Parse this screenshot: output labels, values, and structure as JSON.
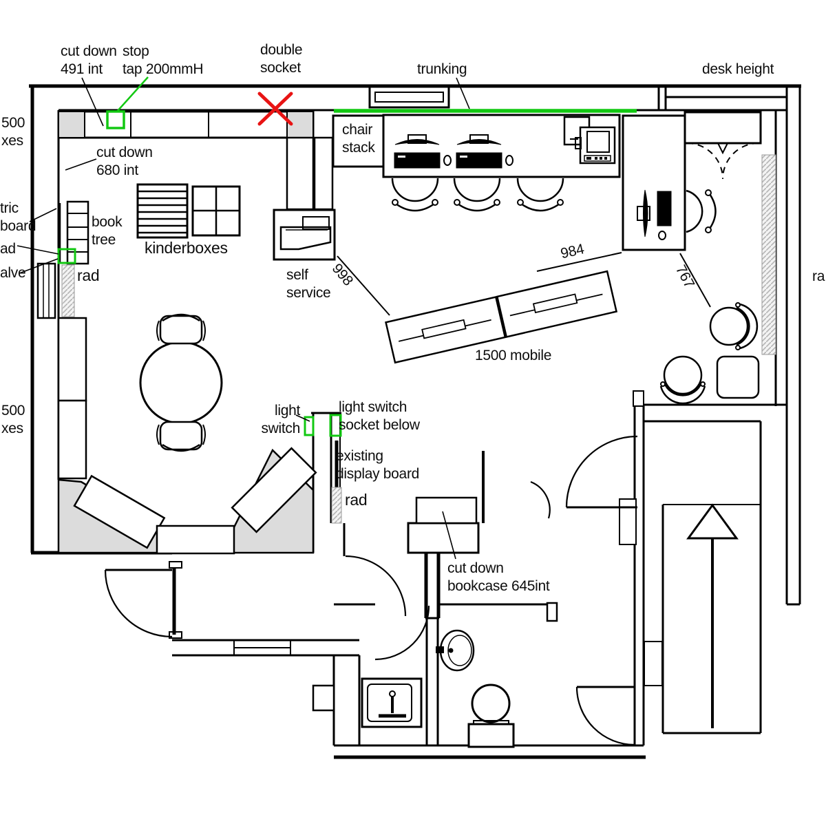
{
  "drawing": {
    "type": "library refurbishment floor plan",
    "colors": {
      "line": "#000000",
      "annotation_green": "#12c812",
      "marker_red": "#e81414",
      "fill_gray": "#dcdcdc",
      "paper": "#ffffff"
    },
    "labels": {
      "cut_down_491": "cut down\n491 int",
      "stop_tap": "stop\ntap 200mmH",
      "double_socket": "double\nsocket",
      "trunking": "trunking",
      "desk_height": "desk height",
      "edge_top_boxes": "500\nxes",
      "edge_electric_board": "tric\nboard",
      "edge_rad": "ad",
      "edge_valve": "alve",
      "cut_down_680": "cut down\n680 int",
      "book_tree": "book\ntree",
      "kinderboxes": "kinderboxes",
      "rad_left": "rad",
      "self_service": "self\nservice",
      "chair_stack": "chair\nstack",
      "mobile_1500": "1500 mobile",
      "edge_bottom_boxes": "500\nxes",
      "light_switch": "light\nswitch",
      "light_switch_socket": "light switch\nsocket below",
      "existing_display_board": "existing\ndisplay board",
      "rad_mid": "rad",
      "cut_down_bookcase": "cut down\nbookcase 645int",
      "edge_right_rad": "ra"
    },
    "dimensions": {
      "d998": "998",
      "d984": "984",
      "d767": "767"
    }
  }
}
